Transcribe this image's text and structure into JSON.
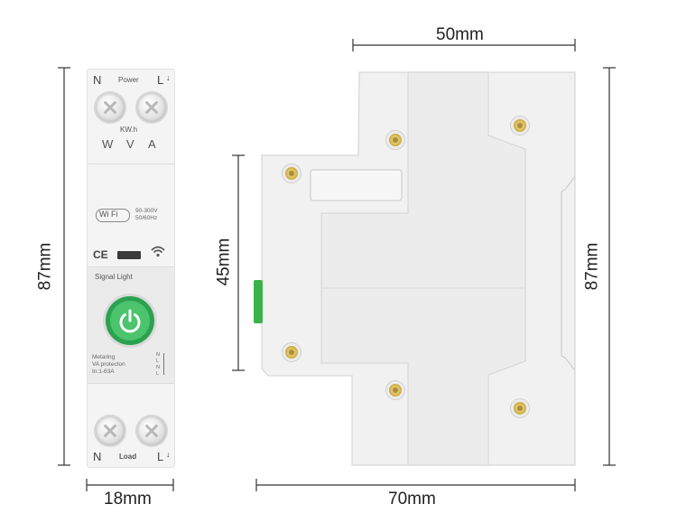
{
  "dimensions": {
    "front_height": "87mm",
    "front_width": "18mm",
    "side_top_width": "50mm",
    "side_inner_height": "45mm",
    "side_height": "87mm",
    "side_width": "70mm"
  },
  "front_panel": {
    "top_n": "N",
    "top_power": "Power",
    "top_l": "L",
    "kwh": "KW.h",
    "unit_w": "W",
    "unit_v": "V",
    "unit_a": "A",
    "wifi": "Wi Fi",
    "voltage": "90-300V",
    "frequency": "50/60Hz",
    "ce": "CE",
    "signal_light": "Signal Light",
    "metering": "Metaring",
    "protection": "VA protecton",
    "current": "In:1-63A",
    "bottom_n": "N",
    "bottom_load": "Load",
    "bottom_l": "L",
    "right_n1": "N",
    "right_l1": "L",
    "right_n2": "N",
    "right_l2": "L"
  },
  "colors": {
    "button_ring": "#2aa24f",
    "button_face": "#4cc46e",
    "green_clip": "#3cb34a",
    "screw": "#d8b850"
  },
  "icons": [
    "power-icon",
    "wifi-icon",
    "ground-arrow-icon"
  ]
}
